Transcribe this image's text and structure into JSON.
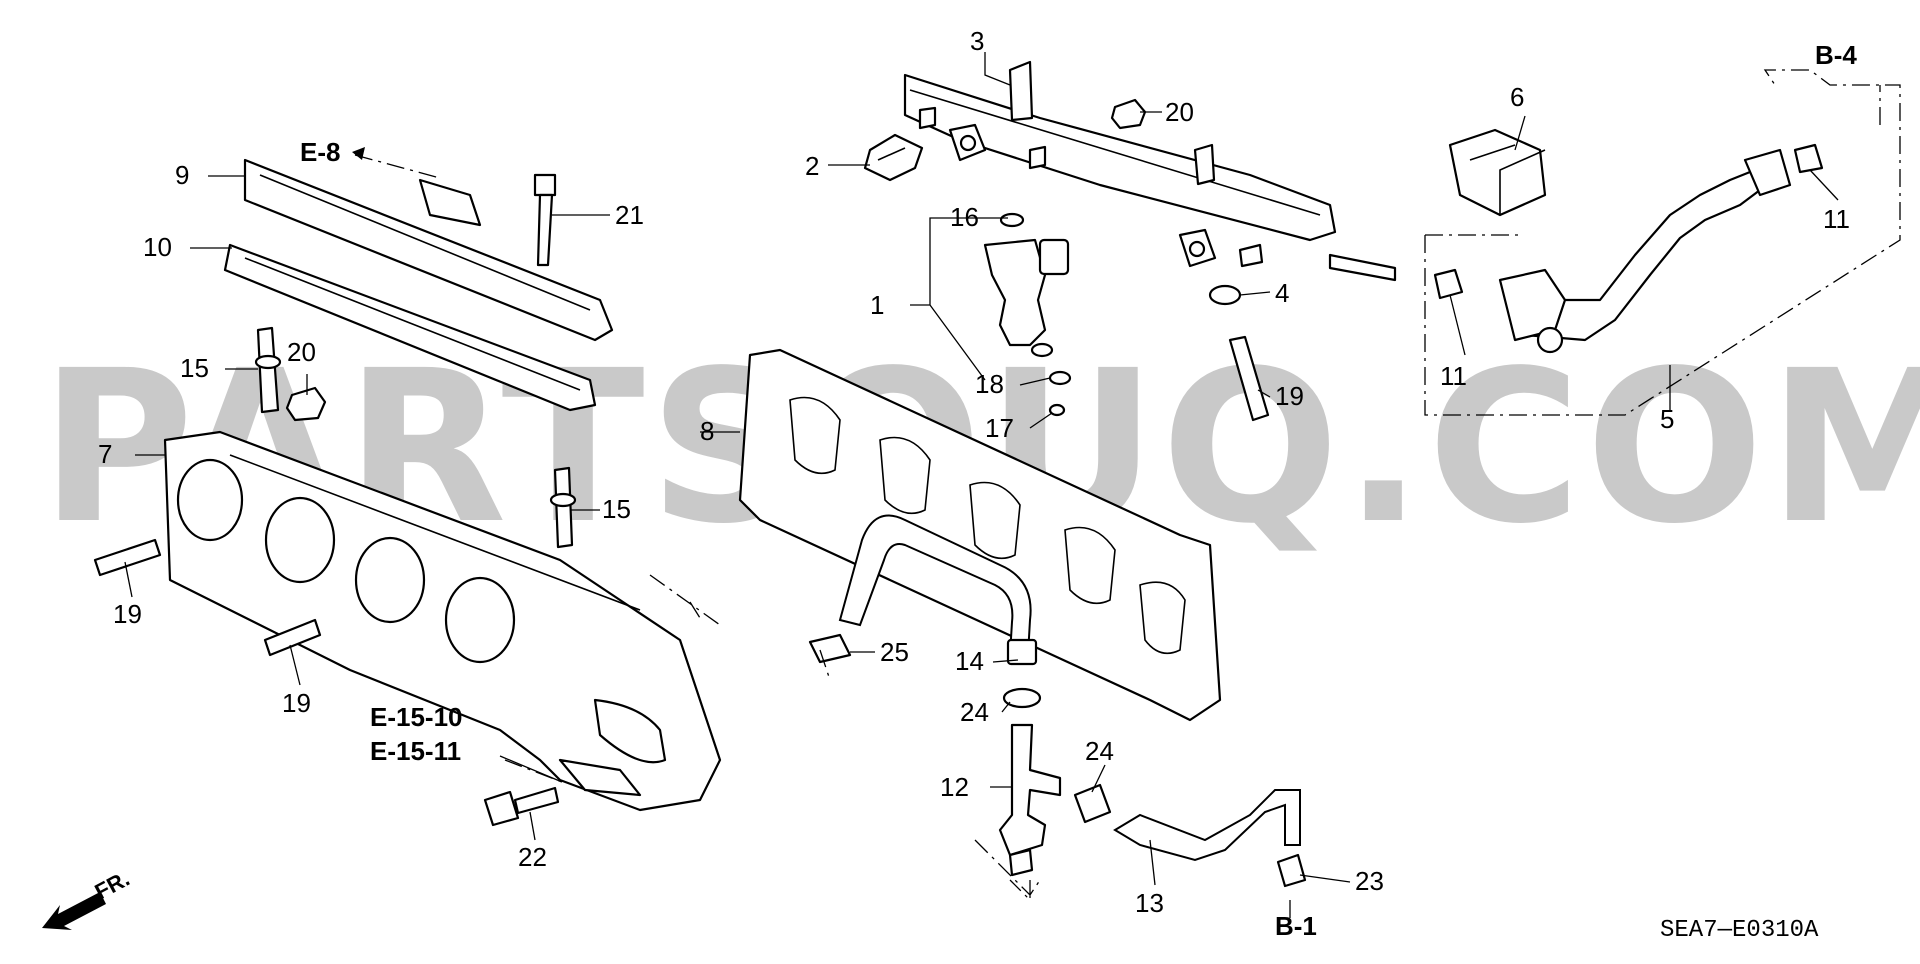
{
  "diagram": {
    "watermark": "PARTSOUQ.COM",
    "drawing_code": "SEA7—E0310A",
    "direction_label": "FR.",
    "part_labels": {
      "p1": "1",
      "p2": "2",
      "p3": "3",
      "p4": "4",
      "p5": "5",
      "p6": "6",
      "p7": "7",
      "p8": "8",
      "p9": "9",
      "p10": "10",
      "p11a": "11",
      "p11b": "11",
      "p12": "12",
      "p13": "13",
      "p14": "14",
      "p15a": "15",
      "p15b": "15",
      "p16": "16",
      "p17": "17",
      "p18": "18",
      "p19a": "19",
      "p19b": "19",
      "p19c": "19",
      "p20a": "20",
      "p20b": "20",
      "p21": "21",
      "p22": "22",
      "p23": "23",
      "p24a": "24",
      "p24b": "24",
      "p25": "25"
    },
    "reference_labels": {
      "e8": "E-8",
      "b4": "B-4",
      "b1": "B-1",
      "e1510": "E-15-10",
      "e1511": "E-15-11"
    }
  }
}
